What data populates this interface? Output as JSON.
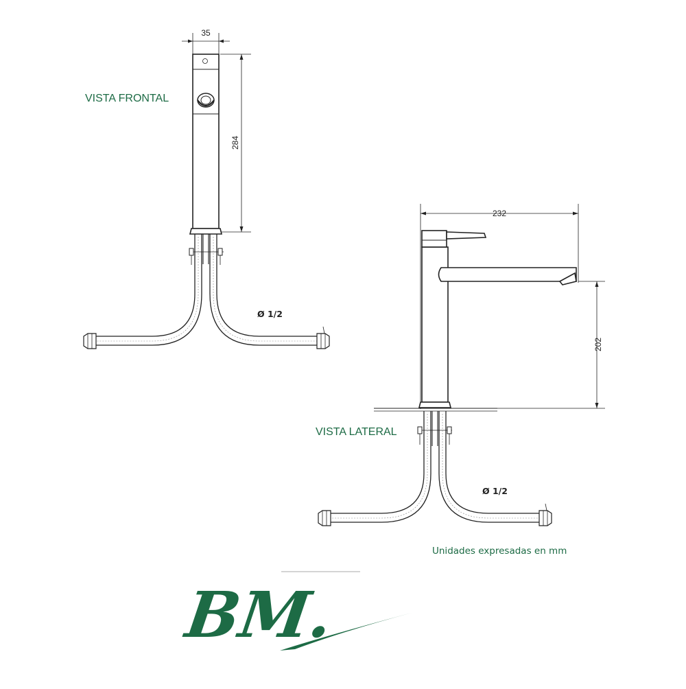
{
  "labels": {
    "front_view": "VISTA FRONTAL",
    "side_view": "VISTA LATERAL",
    "units_note": "Unidades expresadas en mm"
  },
  "dimensions": {
    "width": "35",
    "height": "284",
    "reach": "232",
    "spout_height": "202",
    "hose_diameter_front": "Ø 1/2",
    "hose_diameter_side": "Ø 1/2"
  },
  "logo": {
    "text": "BM.",
    "color": "#1d6b45"
  },
  "colors": {
    "label_green": "#1d6b45",
    "drawing_line": "#222222"
  }
}
